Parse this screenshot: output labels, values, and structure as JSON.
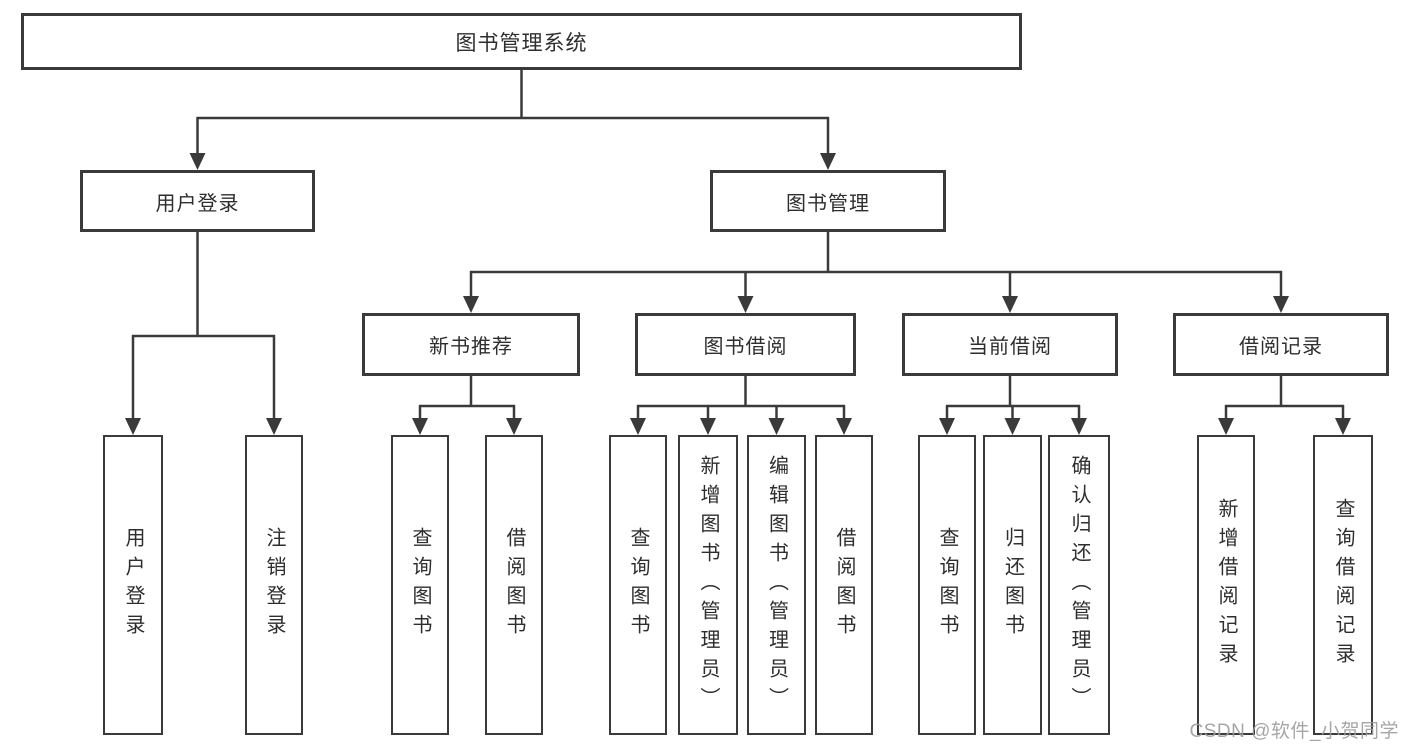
{
  "colors": {
    "line": "#3a3a3a",
    "box_border": "#3a3a3a",
    "text": "#2e2e2e",
    "watermark": "#9e9e9e",
    "background": "#ffffff"
  },
  "watermark": "CSDN @软件_小贺同学",
  "tree": {
    "root": "图书管理系统",
    "level2": {
      "user_login": "用户登录",
      "book_mgmt": "图书管理"
    },
    "level3": {
      "new_books": "新书推荐",
      "book_borrow": "图书借阅",
      "current_borrow": "当前借阅",
      "borrow_records": "借阅记录"
    },
    "leaves": {
      "user_login": [
        "用户登录",
        "注销登录"
      ],
      "new_books": [
        "查询图书",
        "借阅图书"
      ],
      "book_borrow": [
        "查询图书",
        "新增图书（管理员）",
        "编辑图书（管理员）",
        "借阅图书"
      ],
      "current_borrow": [
        "查询图书",
        "归还图书",
        "确认归还（管理员）"
      ],
      "borrow_records": [
        "新增借阅记录",
        "查询借阅记录"
      ]
    }
  }
}
